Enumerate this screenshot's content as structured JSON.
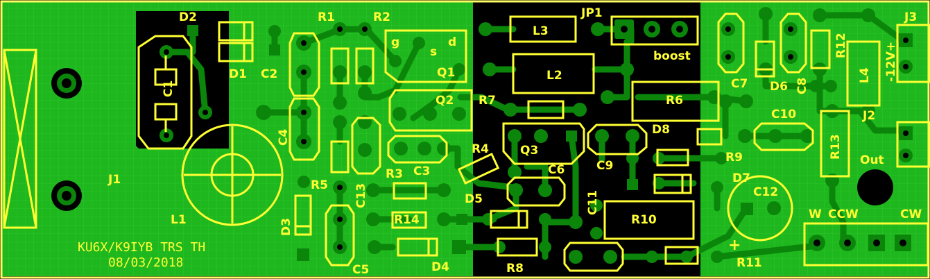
{
  "colors": {
    "board_edge": "#ffff66",
    "copper_pour": "#1eb81e",
    "bare_substrate": "#000000",
    "copper_trace": "#0b860b",
    "silkscreen": "#ffff33",
    "pad_hole": "#000000"
  },
  "board": {
    "credit_line_1": "KU6X/K9IYB TRS TH",
    "credit_line_2": "08/03/2018",
    "corner_mark": "+"
  },
  "labels": {
    "D2": "D2",
    "D1": "D1",
    "C1": "C1",
    "C2": "C2",
    "R1": "R1",
    "R2": "R2",
    "JP1": "JP1",
    "J3": "J3",
    "L3": "L3",
    "L2": "L2",
    "boost": "boost",
    "Q1": "Q1",
    "Q2": "Q2",
    "R7": "R7",
    "R6": "R6",
    "C7": "C7",
    "D6": "D6",
    "C8": "C8",
    "R12": "R12",
    "L4": "L4",
    "supply": "-12V+",
    "J2": "J2",
    "C10": "C10",
    "R13": "R13",
    "Out": "Out",
    "C4": "C4",
    "R4": "R4",
    "Q3": "Q3",
    "D8": "D8",
    "R9": "R9",
    "C9": "C9",
    "C6": "C6",
    "D7": "D7",
    "J1": "J1",
    "R5": "R5",
    "R3": "R3",
    "C3": "C3",
    "C13": "C13",
    "C12": "C12",
    "C11": "C11",
    "D5": "D5",
    "L1": "L1",
    "R14": "R14",
    "R10": "R10",
    "D3": "D3",
    "W": "W",
    "CCW": "CCW",
    "CW": "CW",
    "C5": "C5",
    "D4": "D4",
    "R8": "R8",
    "R11": "R11",
    "q1_g": "g",
    "q1_s": "s",
    "q1_d": "d"
  }
}
